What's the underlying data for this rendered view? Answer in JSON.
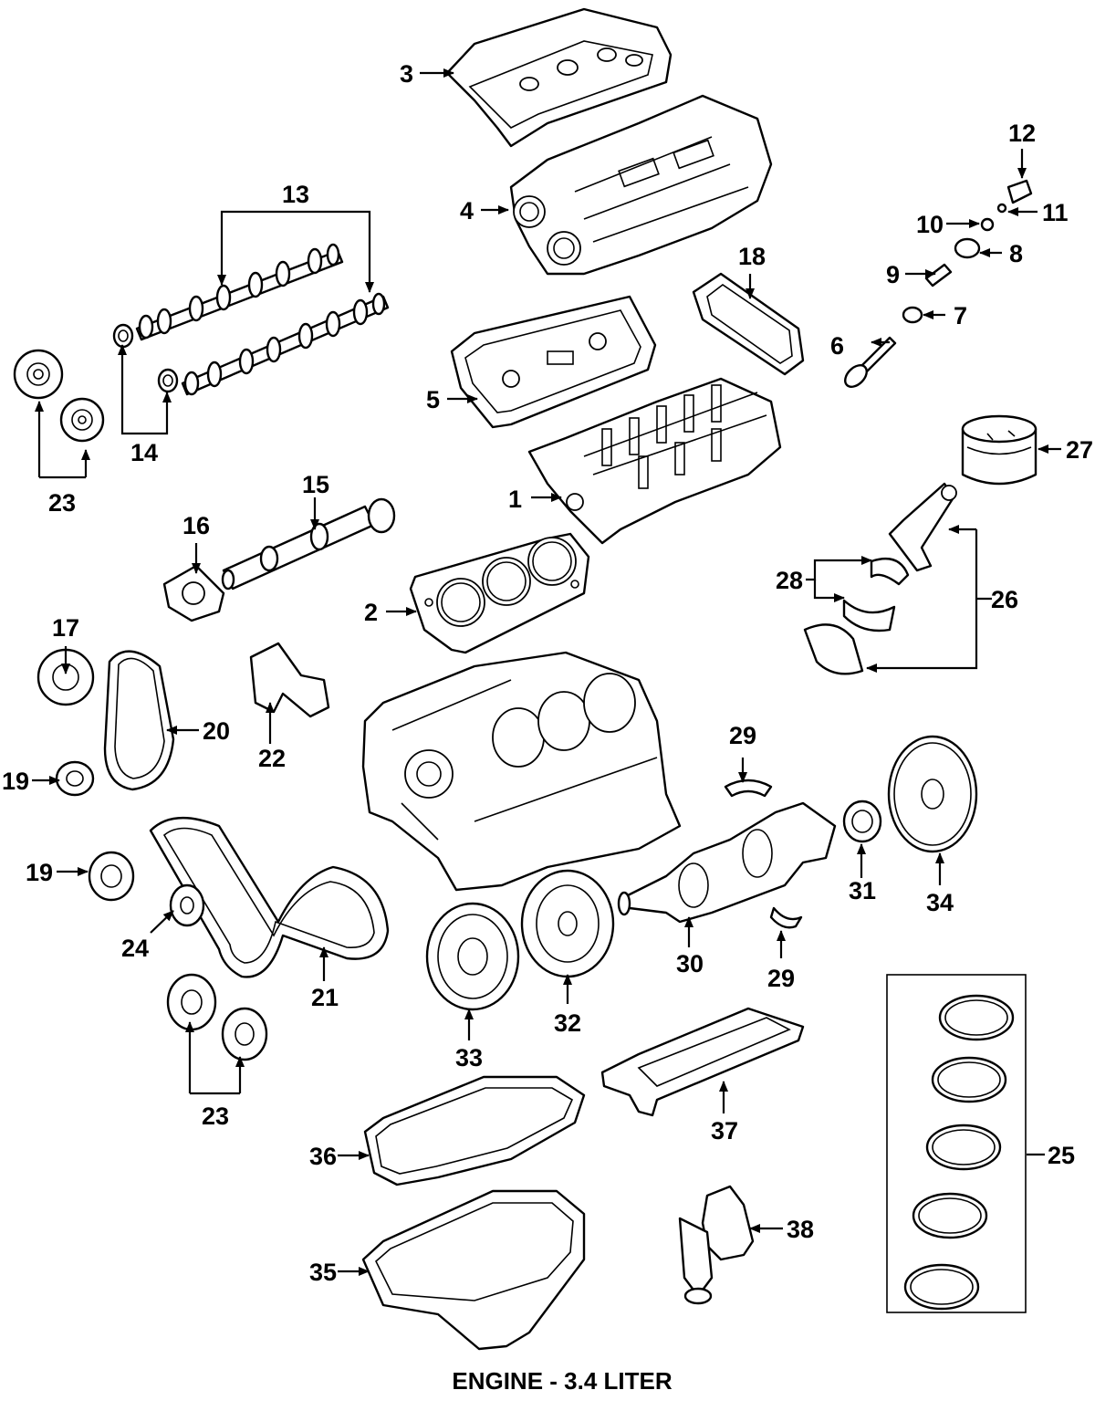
{
  "diagram": {
    "title": "ENGINE - 3.4 LITER",
    "callouts": [
      {
        "id": "c1",
        "label": "1"
      },
      {
        "id": "c2",
        "label": "2"
      },
      {
        "id": "c3",
        "label": "3"
      },
      {
        "id": "c4",
        "label": "4"
      },
      {
        "id": "c5",
        "label": "5"
      },
      {
        "id": "c6",
        "label": "6"
      },
      {
        "id": "c7",
        "label": "7"
      },
      {
        "id": "c8",
        "label": "8"
      },
      {
        "id": "c9",
        "label": "9"
      },
      {
        "id": "c10",
        "label": "10"
      },
      {
        "id": "c11",
        "label": "11"
      },
      {
        "id": "c12",
        "label": "12"
      },
      {
        "id": "c13",
        "label": "13"
      },
      {
        "id": "c14",
        "label": "14"
      },
      {
        "id": "c15",
        "label": "15"
      },
      {
        "id": "c16",
        "label": "16"
      },
      {
        "id": "c17",
        "label": "17"
      },
      {
        "id": "c18",
        "label": "18"
      },
      {
        "id": "c19a",
        "label": "19"
      },
      {
        "id": "c19b",
        "label": "19"
      },
      {
        "id": "c20",
        "label": "20"
      },
      {
        "id": "c21",
        "label": "21"
      },
      {
        "id": "c22",
        "label": "22"
      },
      {
        "id": "c23a",
        "label": "23"
      },
      {
        "id": "c23b",
        "label": "23"
      },
      {
        "id": "c24",
        "label": "24"
      },
      {
        "id": "c25",
        "label": "25"
      },
      {
        "id": "c26",
        "label": "26"
      },
      {
        "id": "c27",
        "label": "27"
      },
      {
        "id": "c28",
        "label": "28"
      },
      {
        "id": "c29a",
        "label": "29"
      },
      {
        "id": "c29b",
        "label": "29"
      },
      {
        "id": "c30",
        "label": "30"
      },
      {
        "id": "c31",
        "label": "31"
      },
      {
        "id": "c32",
        "label": "32"
      },
      {
        "id": "c33",
        "label": "33"
      },
      {
        "id": "c34",
        "label": "34"
      },
      {
        "id": "c35",
        "label": "35"
      },
      {
        "id": "c36",
        "label": "36"
      },
      {
        "id": "c37",
        "label": "37"
      },
      {
        "id": "c38",
        "label": "38"
      }
    ]
  }
}
